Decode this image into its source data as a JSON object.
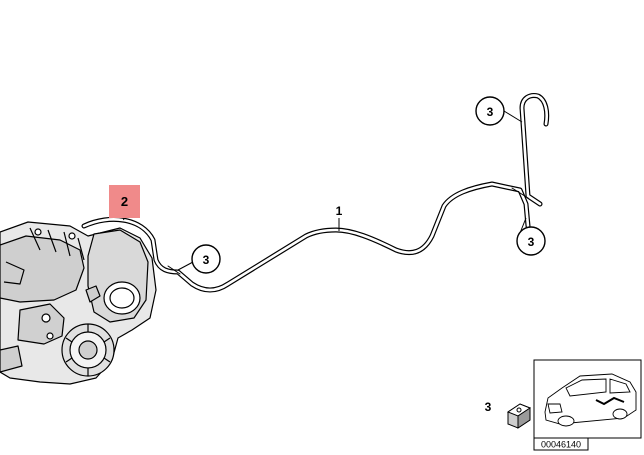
{
  "callouts": {
    "part_1": "1",
    "part_2": "2",
    "part_3_rear_top": "3",
    "part_3_rear_bottom": "3",
    "part_3_front": "3",
    "legend_part": "3"
  },
  "image_number": "00046140",
  "colors": {
    "highlight_box": "#f08a8a",
    "line": "#000000"
  },
  "icons": {
    "differential": "rear-differential-housing",
    "car": "car-silhouette-icon",
    "clip": "clip-icon"
  }
}
